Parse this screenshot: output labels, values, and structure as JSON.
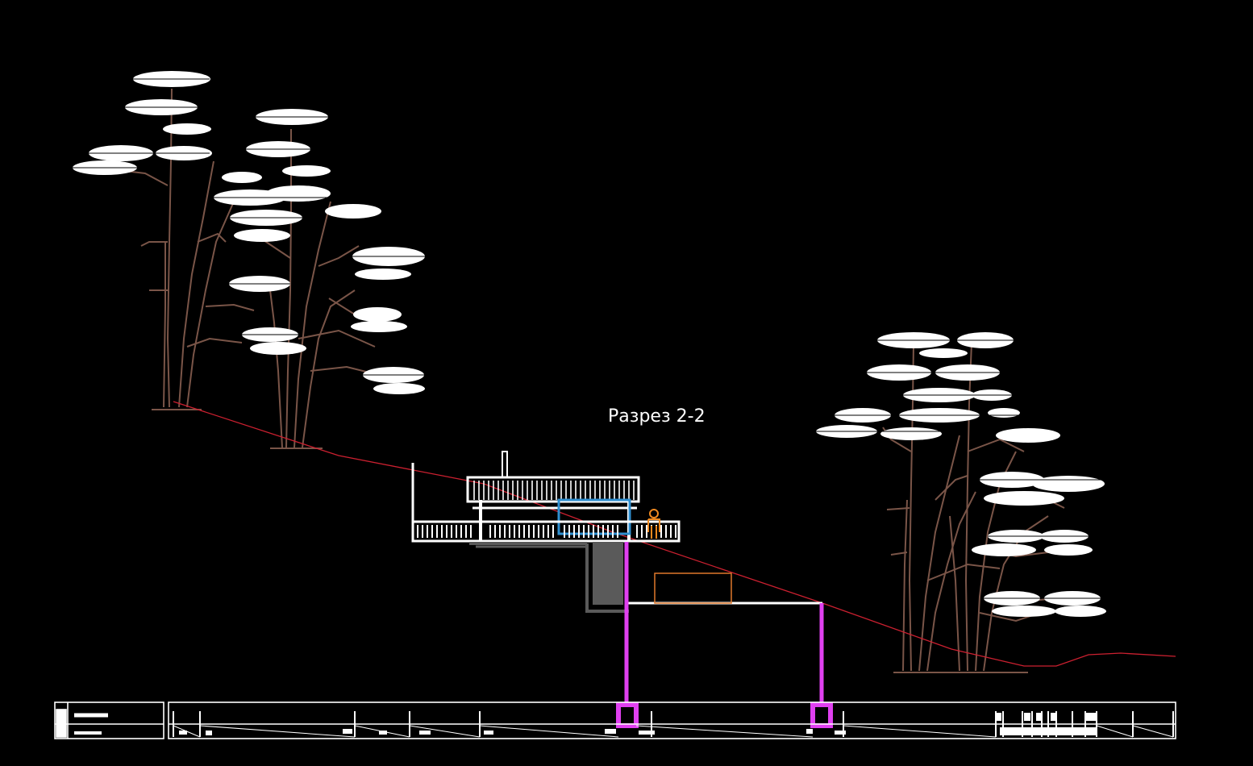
{
  "drawing": {
    "title": "Разрез 2-2",
    "background": "#000000",
    "colors": {
      "canopy": "#ffffff",
      "trunk": "#7a5548",
      "ground_line": "#cc2030",
      "structure": "#ffffff",
      "concrete": "#5a5a5a",
      "piles": "#e040f0",
      "glazing": "#2f8fd0",
      "figure": "#f08a20",
      "furniture": "#e0782a",
      "frame": "#ffffff"
    },
    "elements": {
      "left_trees": "tree-group-left",
      "right_trees": "tree-group-right",
      "terrain": "terrain-profile",
      "building": "building-section",
      "piles": "pile-foundations",
      "title_block": "drawing-stamp"
    }
  }
}
